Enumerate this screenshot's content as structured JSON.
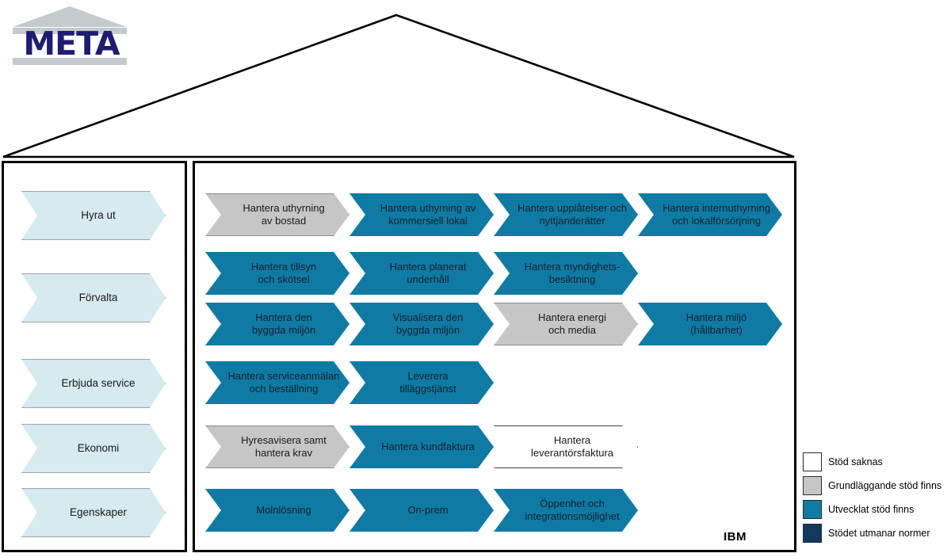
{
  "logo": {
    "wordmark": "META",
    "roof_color": "#c3cbcc",
    "word_color": "#1d1d73"
  },
  "colors": {
    "none": "#ffffff",
    "basic": "#c6c6c6",
    "developed": "#0f7ba5",
    "challenging": "#123a5e",
    "phase_fill": "#d6eaef",
    "outline": "#000000"
  },
  "phases": [
    {
      "label": "Hyra ut"
    },
    {
      "label": "Förvalta"
    },
    {
      "label": "Erbjuda service"
    },
    {
      "label": "Ekonomi"
    },
    {
      "label": "Egenskaper"
    }
  ],
  "rows": [
    {
      "name": "hyra-ut",
      "items": [
        {
          "label": "Hantera uthyrning\nav bostad",
          "status": "basic",
          "width": 182
        },
        {
          "label": "Hantera uthyrning av\nkommersiell lokal",
          "status": "developed",
          "width": 182
        },
        {
          "label": "Hantera upplåtelser och\nnyttjanderätter",
          "status": "developed",
          "width": 182
        },
        {
          "label": "Hantera internuthyrning\noch lokalförsörjning",
          "status": "developed",
          "width": 182
        }
      ]
    },
    {
      "name": "forvalta-1",
      "items": [
        {
          "label": "Hantera tillsyn\noch skötsel",
          "status": "developed",
          "width": 182
        },
        {
          "label": "Hantera planerat\nunderhåll",
          "status": "developed",
          "width": 182
        },
        {
          "label": "Hantera myndighets-\nbesiktning",
          "status": "developed",
          "width": 182
        }
      ]
    },
    {
      "name": "forvalta-2",
      "items": [
        {
          "label": "Hantera den\nbyggda miljön",
          "status": "developed",
          "width": 182
        },
        {
          "label": "Visualisera den\nbyggda miljön",
          "status": "developed",
          "width": 182
        },
        {
          "label": "Hantera energi\noch media",
          "status": "basic",
          "width": 182
        },
        {
          "label": "Hantera miljö\n(hållbarhet)",
          "status": "developed",
          "width": 182
        }
      ]
    },
    {
      "name": "erbjuda-service",
      "items": [
        {
          "label": "Hantera serviceanmälan\noch beställning",
          "status": "developed",
          "width": 182
        },
        {
          "label": "Leverera\ntilläggstjänst",
          "status": "developed",
          "width": 182
        }
      ]
    },
    {
      "name": "ekonomi",
      "items": [
        {
          "label": "Hyresavisera samt\nhantera krav",
          "status": "basic",
          "width": 182
        },
        {
          "label": "Hantera kundfaktura",
          "status": "developed",
          "width": 182
        },
        {
          "label": "Hantera\nleverantörsfaktura",
          "status": "none",
          "width": 182
        }
      ]
    },
    {
      "name": "egenskaper",
      "items": [
        {
          "label": "Molnlösning",
          "status": "developed",
          "width": 182
        },
        {
          "label": "On-prem",
          "status": "developed",
          "width": 182
        },
        {
          "label": "Öppenhet och\nintegrationsmöjlighet",
          "status": "developed",
          "width": 182
        }
      ]
    }
  ],
  "legend": {
    "items": [
      {
        "label": "Stöd saknas",
        "status": "none"
      },
      {
        "label": "Grundläggande stöd finns",
        "status": "basic"
      },
      {
        "label": "Utvecklat stöd finns",
        "status": "developed"
      },
      {
        "label": "Stödet utmanar normer",
        "status": "challenging"
      }
    ]
  },
  "footer": {
    "vendor": "IBM"
  }
}
